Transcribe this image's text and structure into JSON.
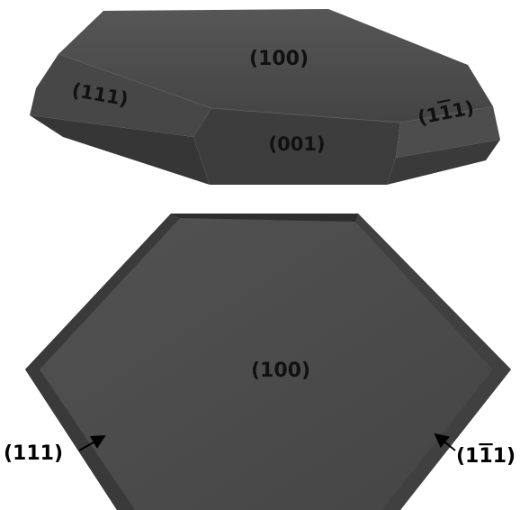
{
  "colors": {
    "background": "#ffffff",
    "top_face": "#4b4b4b",
    "side_face_light": "#444444",
    "side_face_dark": "#333333",
    "front_face": "#3c3c3c",
    "plate_face": "#4a4a4a",
    "plate_edge": "#2e2e2e",
    "label_text": "#111111"
  },
  "top_crystal": {
    "top_face_label": "(100)",
    "left_facet_label": "(111)",
    "right_facet_label_prefix": "(1",
    "right_facet_label_overlined": "1",
    "right_facet_label_suffix": "1)",
    "front_face_label": "(001)"
  },
  "bottom_plate": {
    "center_label": "(100)",
    "left_edge_label": "(111)",
    "right_edge_label_prefix": "(1",
    "right_edge_label_overlined": "1",
    "right_edge_label_suffix": "1)"
  }
}
